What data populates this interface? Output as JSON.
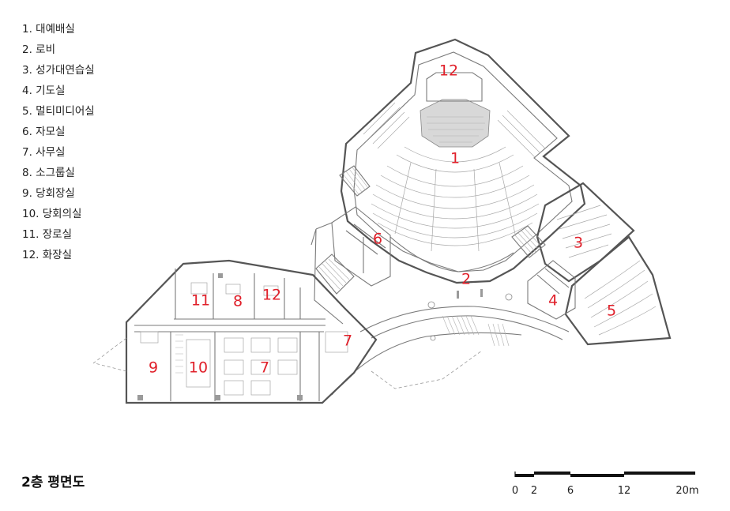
{
  "legend": [
    "1. 대예배실",
    "2. 로비",
    "3. 성가대연습실",
    "4. 기도실",
    "5. 멀티미디어실",
    "6. 자모실",
    "7. 사무실",
    "8. 소그룹실",
    "9. 당회장실",
    "10. 당회의실",
    "11. 장로실",
    "12. 화장실"
  ],
  "room_labels": {
    "r12a": "12",
    "r1": "1",
    "r3": "3",
    "r6": "6",
    "r2": "2",
    "r11": "11",
    "r8": "8",
    "r12b": "12",
    "r4": "4",
    "r5": "5",
    "r7a": "7",
    "r9": "9",
    "r10": "10",
    "r7b": "7"
  },
  "title": "2층 평면도",
  "scale_bar": {
    "ticks": [
      "0",
      "2",
      "6",
      "12",
      "20m"
    ]
  },
  "colors": {
    "room_label": "#e0202a",
    "wall": "#7a7a7a"
  }
}
